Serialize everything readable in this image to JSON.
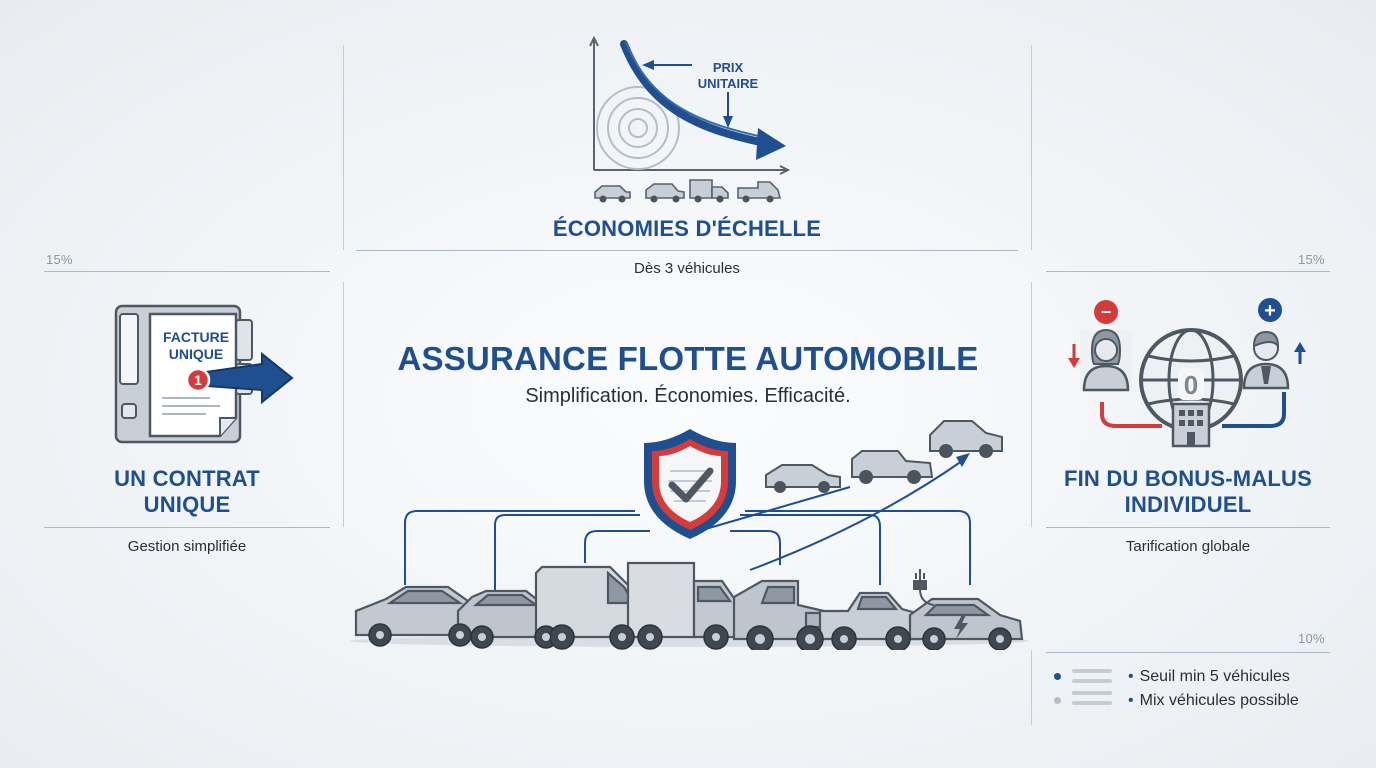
{
  "economies": {
    "chart_label_line1": "PRIX",
    "chart_label_line2": "UNITAIRE",
    "heading": "ÉCONOMIES D'ÉCHELLE",
    "subtitle": "Dès 3 véhicules"
  },
  "contrat": {
    "doc_line1": "FACTURE",
    "doc_line2": "UNIQUE",
    "badge": "1",
    "heading_line1": "UN CONTRAT",
    "heading_line2": "UNIQUE",
    "subtitle": "Gestion simplifiée",
    "percent": "15%"
  },
  "bonus": {
    "minus_symbol": "−",
    "plus_symbol": "+",
    "globe_digit": "0",
    "heading_line1": "FIN DU BONUS-MALUS",
    "heading_line2": "INDIVIDUEL",
    "subtitle": "Tarification globale",
    "percent": "15%"
  },
  "center": {
    "title": "ASSURANCE FLOTTE AUTOMOBILE",
    "subtitle": "Simplification. Économies. Efficacité."
  },
  "criteria": {
    "percent": "10%",
    "items": [
      "Seuil min 5 véhicules",
      "Mix véhicules possible"
    ]
  },
  "colors": {
    "brand_blue": "#1f4f8e",
    "accent_red": "#d63b3b",
    "vehicle_grey": "#b9c0c8"
  },
  "icons": [
    "price-curve-icon",
    "invoice-binder-icon",
    "shield-check-icon",
    "globe-building-icon",
    "person-icon",
    "vehicle-fleet-icon",
    "list-icon"
  ]
}
